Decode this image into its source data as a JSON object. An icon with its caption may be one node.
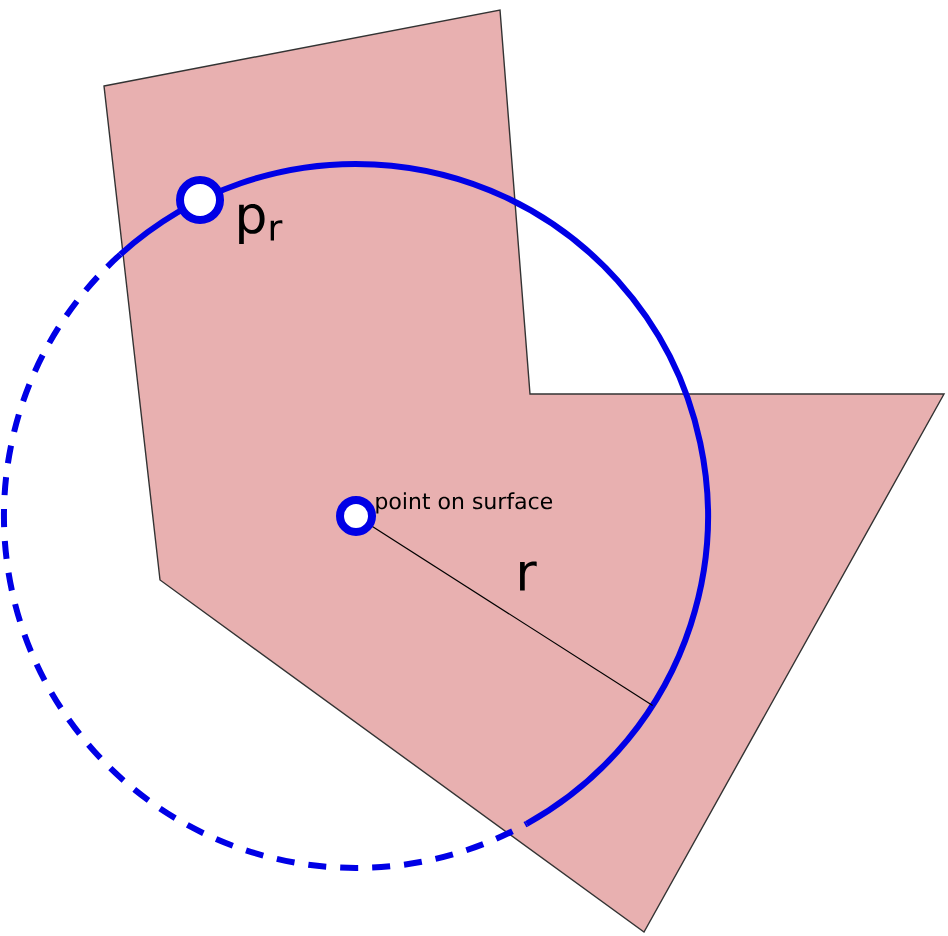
{
  "diagram": {
    "nodes": [
      {
        "text": [],
        "shape": "circle",
        "beside": [
          "p$_{r}$"
        ]
      },
      {
        "text": [],
        "shape": "circle",
        "beside": [
          "point on surface"
        ]
      }
    ],
    "labels": [
      "r"
    ]
  }
}
